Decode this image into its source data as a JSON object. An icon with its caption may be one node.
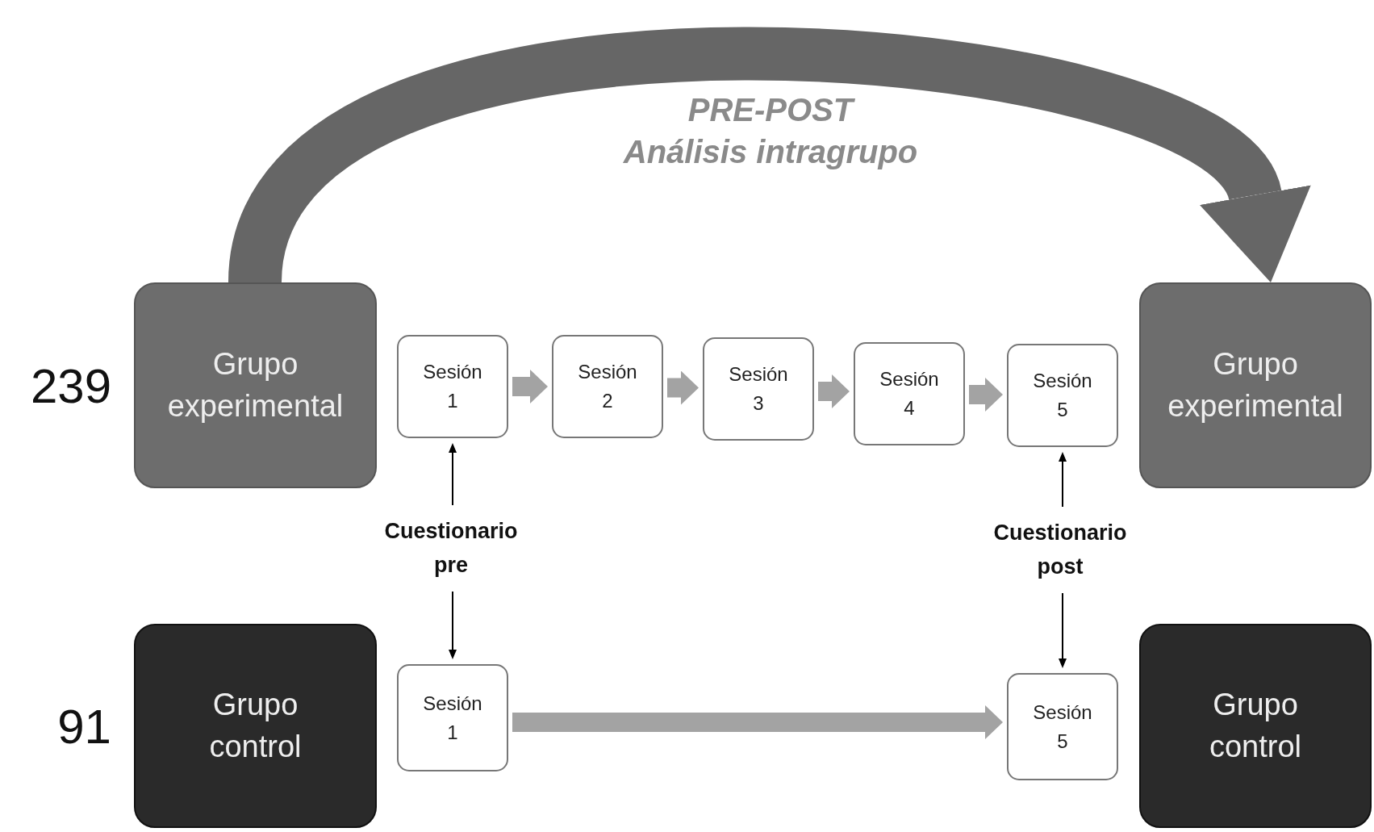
{
  "diagram": {
    "nodes": [
      {
        "text": [
          "Grupo experimental"
        ],
        "beside": [
          "239"
        ]
      },
      {
        "text": [
          "Sesión 1"
        ]
      },
      {
        "text": [
          "Sesión 2"
        ]
      },
      {
        "text": [
          "Sesión 3"
        ]
      },
      {
        "text": [
          "Sesión 4"
        ]
      },
      {
        "text": [
          "Sesión 5"
        ]
      },
      {
        "text": [
          "Grupo experimental"
        ]
      },
      {
        "text": [
          "Cuestionario pre"
        ]
      },
      {
        "text": [
          "Cuestionario post"
        ]
      },
      {
        "text": [
          "Grupo control"
        ],
        "beside": [
          "91"
        ]
      },
      {
        "text": [
          "Sesión 1"
        ]
      },
      {
        "text": [
          "Sesión 5"
        ]
      },
      {
        "text": [
          "Grupo control"
        ]
      }
    ],
    "edges": [
      {
        "from": 0,
        "to": 6,
        "arrow": "to",
        "label": "PRE-POST Análisis intragrupo",
        "style": "thick",
        "color": "#666666"
      },
      {
        "from": 1,
        "to": 2,
        "arrow": "to"
      },
      {
        "from": 2,
        "to": 3,
        "arrow": "to"
      },
      {
        "from": 3,
        "to": 4,
        "arrow": "to"
      },
      {
        "from": 4,
        "to": 5,
        "arrow": "to"
      },
      {
        "from": 7,
        "to": 1,
        "arrow": "to",
        "color": "#000000"
      },
      {
        "from": 7,
        "to": 10,
        "arrow": "to",
        "color": "#000000"
      },
      {
        "from": 8,
        "to": 5,
        "arrow": "to",
        "color": "#000000"
      },
      {
        "from": 8,
        "to": 11,
        "arrow": "to",
        "color": "#000000"
      },
      {
        "from": 10,
        "to": 11,
        "arrow": "to"
      }
    ]
  }
}
